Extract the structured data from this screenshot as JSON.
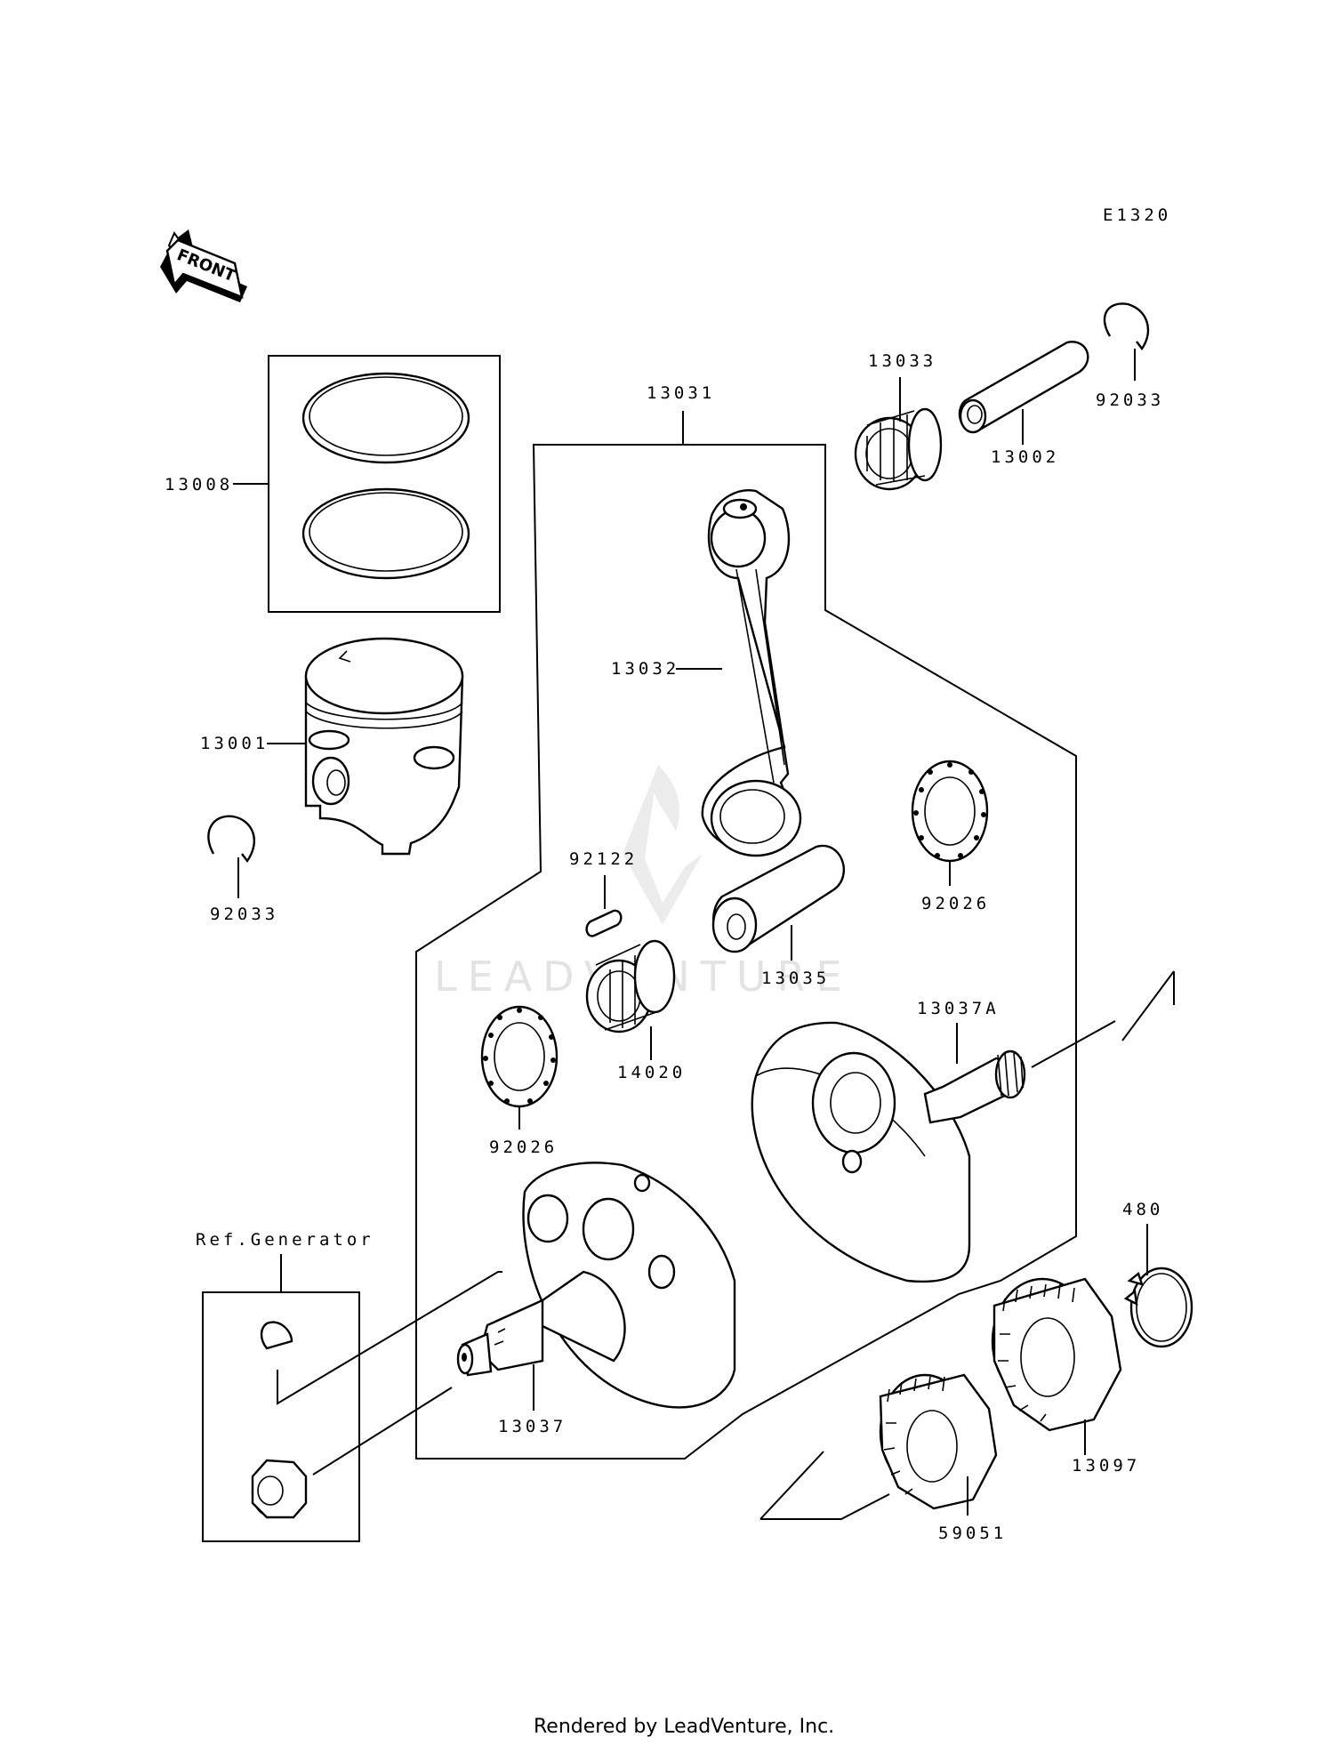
{
  "diagram": {
    "code": "E1320",
    "front_label": "FRONT",
    "ref_label": "Ref.Generator",
    "watermark": "LEADVENTURE",
    "footer": "Rendered by LeadVenture, Inc.",
    "parts": {
      "p13008": "13008",
      "p13001": "13001",
      "p92033a": "92033",
      "p13031": "13031",
      "p13033": "13033",
      "p13002": "13002",
      "p92033b": "92033",
      "p13032": "13032",
      "p92122": "92122",
      "p92026a": "92026",
      "p13035": "13035",
      "p14020": "14020",
      "p92026b": "92026",
      "p13037A": "13037A",
      "p13037": "13037",
      "p480": "480",
      "p13097": "13097",
      "p59051": "59051"
    }
  }
}
